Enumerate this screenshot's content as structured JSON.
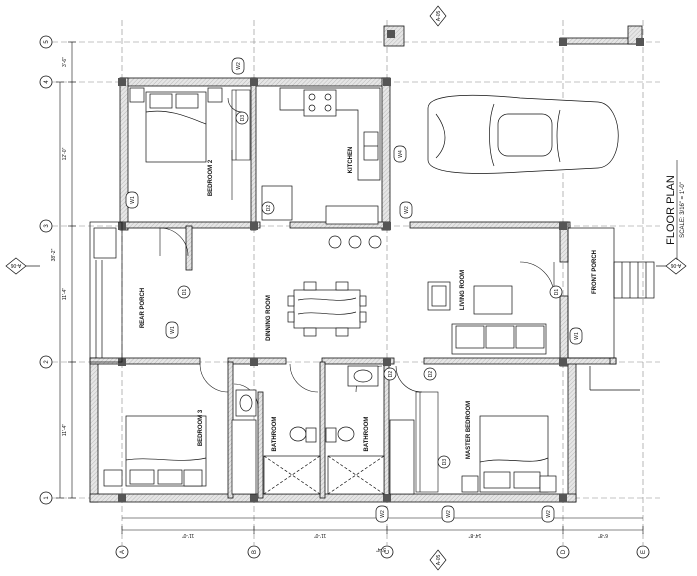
{
  "title": {
    "main": "FLOOR PLAN",
    "scale": "SCALE: 3/16\" = 1'-0\""
  },
  "grid": {
    "columns": [
      "A",
      "B",
      "C",
      "D",
      "E"
    ],
    "rows": [
      "1",
      "2",
      "3",
      "4",
      "5"
    ]
  },
  "dims": {
    "bottom": [
      "11'-0\"",
      "11'-0\"",
      "3'-4\"",
      "14'-8\"",
      "6'-8\""
    ],
    "left": [
      "11'-4\"",
      "11'-4\"",
      "12'-0\"",
      "3'-6\""
    ],
    "overall_left": "38'-2\""
  },
  "rooms": {
    "bedroom2": "BEDROOM 2",
    "kitchen": "KITCHEN",
    "rear_porch": "REAR PORCH",
    "dining": "DINNING ROOM",
    "living": "LIVING ROOM",
    "front_porch": "FRONT PORCH",
    "bedroom3": "BEDROOM 3",
    "bath1": "BATHROOM",
    "bath2": "BATHROOM",
    "master": "MASTER BEDROOM"
  },
  "tags": {
    "w1": "W1",
    "w2": "W2",
    "w4": "W4",
    "d1": "D1",
    "d2": "D2",
    "d3": "D3"
  },
  "section_marks": {
    "a05": "A-05",
    "a06": "A-06"
  },
  "colors": {
    "line": "#111111",
    "wall_fill": "#d9d9d9",
    "grid": "#777777"
  }
}
